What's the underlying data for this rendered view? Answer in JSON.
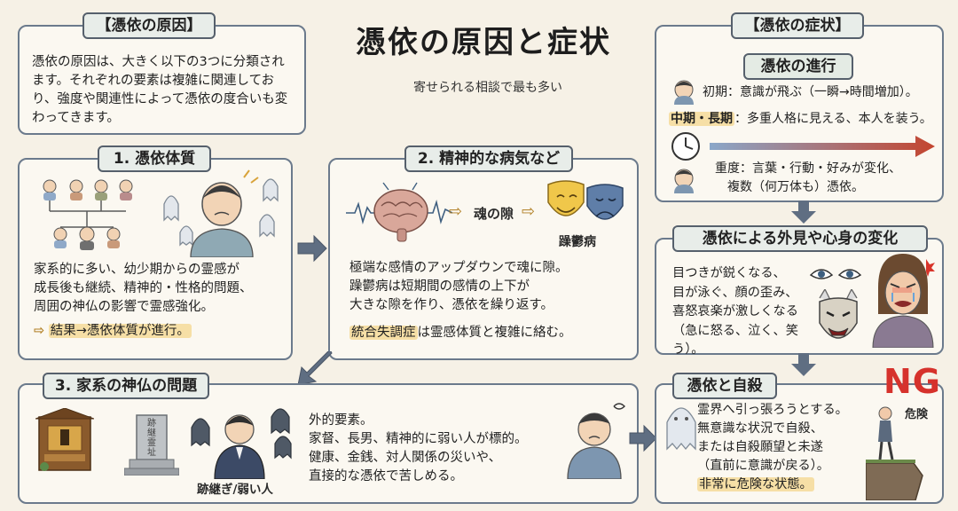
{
  "title": "憑依の原因と症状",
  "subtitle": "寄せられる相談で最も多い",
  "causes": {
    "tag": "【憑依の原因】",
    "text": "憑依の原因は、大きく以下の3つに分類されます。それぞれの要素は複雑に関連しており、強度や関連性によって憑依の度合いも変わってきます。"
  },
  "section1": {
    "tag": "1. 憑依体質",
    "lines": [
      "家系的に多い、幼少期からの霊感が",
      "成長後も継続、精神的・性格的問題、",
      "周囲の神仏の影響で霊感強化。"
    ],
    "result": "結果→憑依体質が進行。"
  },
  "section2": {
    "tag": "2. 精神的な病気など",
    "flow_label": "魂の隙",
    "mask_label": "躁鬱病",
    "lines": [
      "極端な感情のアップダウンで魂に隙。",
      "躁鬱病は短期間の感情の上下が",
      "大きな隙を作り、憑依を繰り返す。"
    ],
    "note_hl": "統合失調症",
    "note_rest": "は霊感体質と複雑に絡む。"
  },
  "section3": {
    "tag": "3. 家系の神仏の問題",
    "grave_text": "跡継霊址",
    "person_label": "跡継ぎ/弱い人",
    "lines": [
      "外的要素。",
      "家督、長男、精神的に弱い人が標的。",
      "健康、金銭、対人関係の災いや、",
      "直接的な憑依で苦しめる。"
    ]
  },
  "symptoms": {
    "tag": "【憑依の症状】",
    "progress_tag": "憑依の進行",
    "stage1": "初期：意識が飛ぶ（一瞬→時間増加）。",
    "stage2_hl": "中期・長期",
    "stage2_rest": "：多重人格に見える、本人を装う。",
    "stage3_line1": "重度：言葉・行動・好みが変化、",
    "stage3_line2": "複数（何万体も）憑依。"
  },
  "changes": {
    "tag": "憑依による外見や心身の変化",
    "lines": [
      "目つきが鋭くなる、",
      "目が泳ぐ、顔の歪み、",
      "喜怒哀楽が激しくなる",
      "（急に怒る、泣く、笑う）。"
    ]
  },
  "suicide": {
    "tag": "憑依と自殺",
    "ng": "NG",
    "danger": "危険",
    "lines": [
      "霊界へ引っ張ろうとする。",
      "無意識な状況で自殺、",
      "または自殺願望と未遂",
      "（直前に意識が戻る）。"
    ],
    "last": "非常に危険な状態。"
  }
}
